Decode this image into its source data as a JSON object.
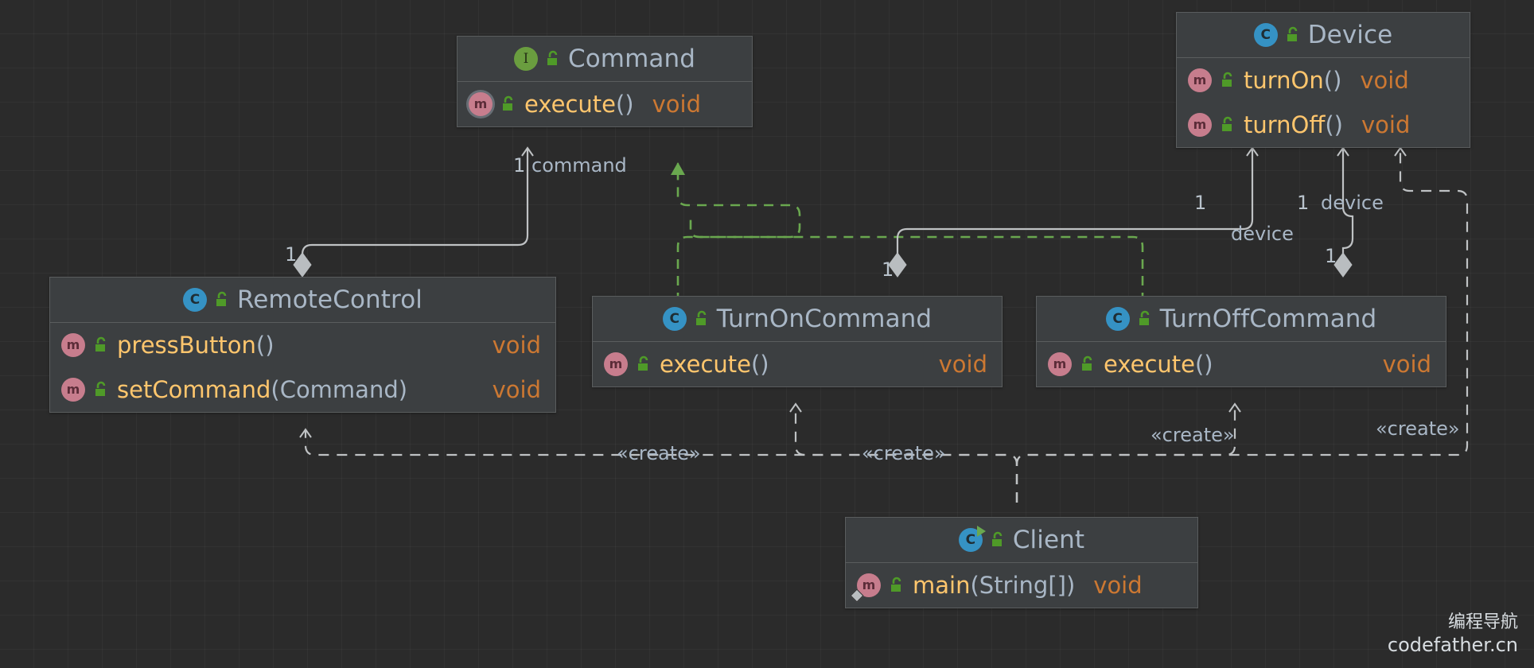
{
  "diagram": {
    "type": "uml-class-diagram",
    "title": "Command Pattern Class Diagram",
    "background": "#2b2b2b",
    "colors": {
      "node_fill": "#3c3f41",
      "node_border": "#5a5d5e",
      "class_name": "#a9b7c6",
      "method_name": "#ffc66d",
      "return_type": "#cc7832",
      "param_type": "#a9b7c6",
      "class_icon": "#3592c4",
      "interface_icon": "#6a9d3f",
      "method_icon": "#c77d8d",
      "lock_icon": "#4f9a28",
      "edge_solid": "#bfc2c4",
      "edge_realize": "#6aa84f"
    }
  },
  "classes": [
    {
      "id": "command",
      "name": "Command",
      "kind": "interface",
      "icon": "interface-icon",
      "visibility_icon": "unlocked-public-icon",
      "members": [
        {
          "name": "execute",
          "params": "()",
          "return": "void",
          "icon": "abstract-method-icon",
          "visibility_icon": "unlocked-public-icon"
        }
      ]
    },
    {
      "id": "device",
      "name": "Device",
      "kind": "class",
      "icon": "class-icon",
      "visibility_icon": "unlocked-public-icon",
      "members": [
        {
          "name": "turnOn",
          "params": "()",
          "return": "void",
          "icon": "method-icon",
          "visibility_icon": "unlocked-public-icon"
        },
        {
          "name": "turnOff",
          "params": "()",
          "return": "void",
          "icon": "method-icon",
          "visibility_icon": "unlocked-public-icon"
        }
      ]
    },
    {
      "id": "remotecontrol",
      "name": "RemoteControl",
      "kind": "class",
      "icon": "class-icon",
      "visibility_icon": "unlocked-public-icon",
      "members": [
        {
          "name": "pressButton",
          "params": "()",
          "return": "void",
          "icon": "method-icon",
          "visibility_icon": "unlocked-public-icon"
        },
        {
          "name": "setCommand",
          "params": "(Command)",
          "return": "void",
          "icon": "method-icon",
          "visibility_icon": "unlocked-public-icon"
        }
      ]
    },
    {
      "id": "turnoncommand",
      "name": "TurnOnCommand",
      "kind": "class",
      "icon": "class-icon",
      "visibility_icon": "unlocked-public-icon",
      "members": [
        {
          "name": "execute",
          "params": "()",
          "return": "void",
          "icon": "method-icon",
          "visibility_icon": "unlocked-public-icon"
        }
      ]
    },
    {
      "id": "turnoffcommand",
      "name": "TurnOffCommand",
      "kind": "class",
      "icon": "class-icon",
      "visibility_icon": "unlocked-public-icon",
      "members": [
        {
          "name": "execute",
          "params": "()",
          "return": "void",
          "icon": "method-icon",
          "visibility_icon": "unlocked-public-icon"
        }
      ]
    },
    {
      "id": "client",
      "name": "Client",
      "kind": "class",
      "icon": "runnable-class-icon",
      "visibility_icon": "unlocked-public-icon",
      "members": [
        {
          "name": "main",
          "params": "(String[])",
          "return": "void",
          "icon": "static-method-icon",
          "visibility_icon": "unlocked-public-icon"
        }
      ]
    }
  ],
  "edge_labels": {
    "command_mult": "1",
    "command_role": "command",
    "remote_mult": "1",
    "turnon_mult": "1",
    "turnon_device_role": "device",
    "turnon_device_mult": "1",
    "turnoff_device_role": "device",
    "turnoff_device_mult_top": "1",
    "turnoff_device_mult_bottom": "1",
    "create_remote": "«create»",
    "create_turnon": "«create»",
    "create_turnoff": "«create»",
    "create_device": "«create»"
  },
  "watermark": {
    "cn": "编程导航",
    "url": "codefather.cn"
  }
}
